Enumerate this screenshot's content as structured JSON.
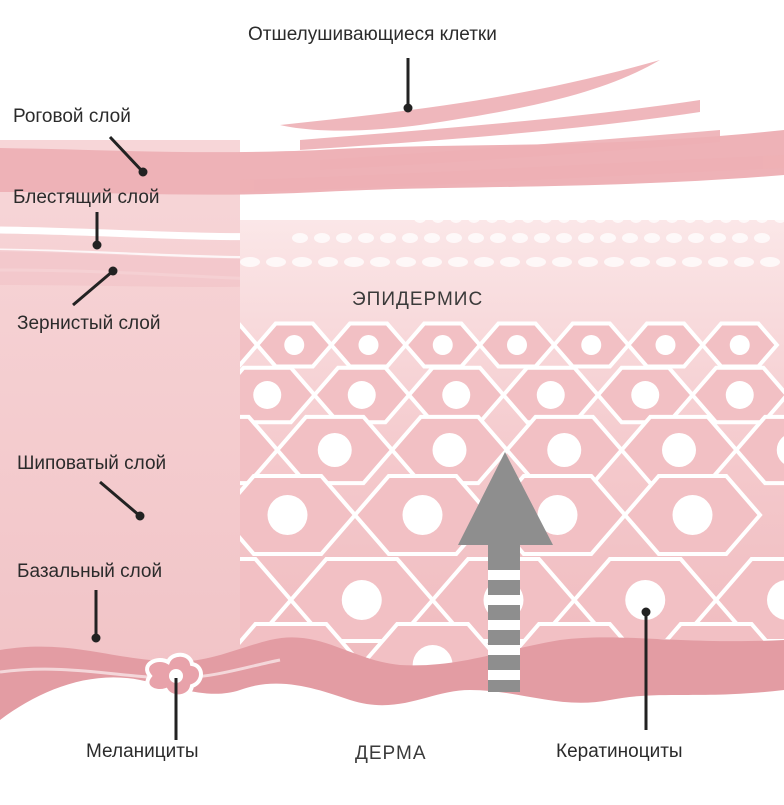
{
  "labels": {
    "exfoliating": "Отшелушивающиеся клетки",
    "stratum_corneum": "Роговой слой",
    "stratum_lucidum": "Блестящий слой",
    "stratum_granulosum": "Зернистый слой",
    "stratum_spinosum": "Шиповатый слой",
    "stratum_basale": "Базальный слой",
    "epidermis": "ЭПИДЕРМИС",
    "melanocytes": "Меланициты",
    "dermis": "ДЕРМА",
    "keratinocytes": "Кератиноциты"
  },
  "colors": {
    "background": "#ffffff",
    "skin_light": "#f7d9db",
    "skin_mid": "#eeb6bb",
    "skin_dark": "#e29aa1",
    "cell_border": "#ffffff",
    "arrow": "#8c8c8c",
    "leader_line": "#222222"
  }
}
